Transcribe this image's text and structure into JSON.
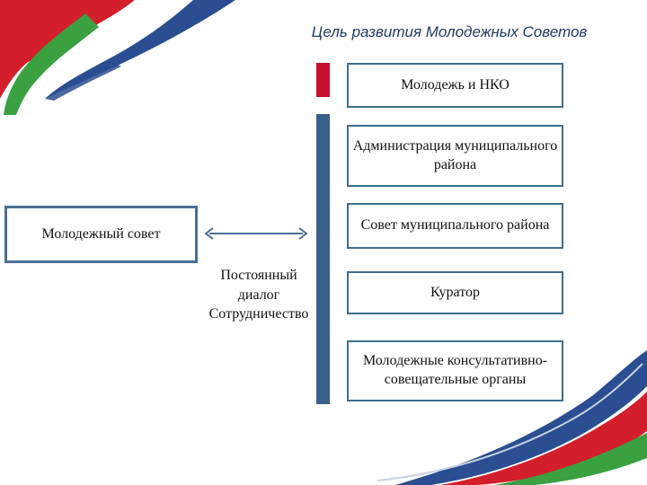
{
  "title": "Цель развития Молодежных Советов",
  "left_node": {
    "label": "Молодежный совет"
  },
  "connector": {
    "line1": "Постоянный",
    "line2": "диалог",
    "line3": "Сотрудничество"
  },
  "right_nodes": [
    {
      "label": "Молодежь и НКО"
    },
    {
      "label": "Администрация муниципального района"
    },
    {
      "label": "Совет муниципального района"
    },
    {
      "label": "Куратор"
    },
    {
      "label": "Молодежные консультативно-совещательные органы"
    }
  ],
  "colors": {
    "accent_red": "#c8102e",
    "accent_blue": "#3a5f8a",
    "accent_green": "#3aa040",
    "box_border": "#3d6f8e",
    "title": "#1f3b66"
  }
}
